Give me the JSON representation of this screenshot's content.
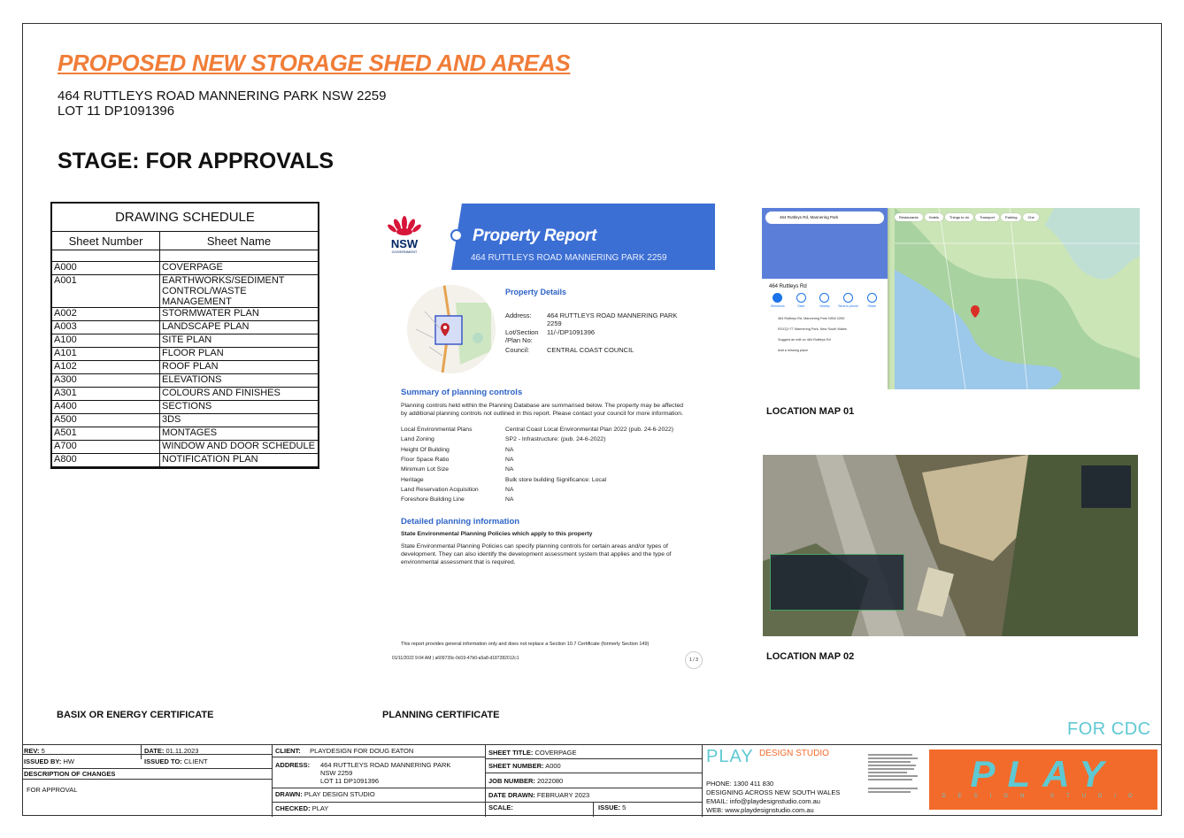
{
  "header": {
    "title": "PROPOSED NEW STORAGE SHED AND AREAS",
    "address_line1": "464 RUTTLEYS ROAD MANNERING PARK NSW  2259",
    "address_line2": "LOT 11 DP1091396",
    "stage": "STAGE: FOR APPROVALS"
  },
  "schedule": {
    "heading": "DRAWING SCHEDULE",
    "col_number": "Sheet Number",
    "col_name": "Sheet Name",
    "rows": [
      {
        "n": "A000",
        "name": "COVERPAGE"
      },
      {
        "n": "A001",
        "name": "EARTHWORKS/SEDIMENT CONTROL/WASTE MANAGEMENT"
      },
      {
        "n": "A002",
        "name": "STORMWATER PLAN"
      },
      {
        "n": "A003",
        "name": "LANDSCAPE PLAN"
      },
      {
        "n": "A100",
        "name": "SITE PLAN"
      },
      {
        "n": "A101",
        "name": "FLOOR PLAN"
      },
      {
        "n": "A102",
        "name": "ROOF PLAN"
      },
      {
        "n": "A300",
        "name": "ELEVATIONS"
      },
      {
        "n": "A301",
        "name": "COLOURS AND FINISHES"
      },
      {
        "n": "A400",
        "name": "SECTIONS"
      },
      {
        "n": "A500",
        "name": "3DS"
      },
      {
        "n": "A501",
        "name": "MONTAGES"
      },
      {
        "n": "A700",
        "name": "WINDOW AND DOOR SCHEDULE"
      },
      {
        "n": "A800",
        "name": "NOTIFICATION PLAN"
      }
    ]
  },
  "report": {
    "nsw": "NSW",
    "gov": "GOVERNMENT",
    "title": "Property Report",
    "subtitle": "464 RUTTLEYS ROAD MANNERING PARK 2259",
    "details_title": "Property Details",
    "address_label": "Address:",
    "address_value": "464 RUTTLEYS ROAD MANNERING PARK 2259",
    "lot_label": "Lot/Section /Plan No:",
    "lot_value": "11/-/DP1091396",
    "council_label": "Council:",
    "council_value": "CENTRAL COAST COUNCIL",
    "summary_title": "Summary of planning controls",
    "summary_text": "Planning controls held within the Planning Database are summarised below. The property may be affected by additional planning controls not outlined in this report. Please contact your council for more information.",
    "controls": [
      {
        "k": "Local Environmental Plans",
        "v": "Central Coast Local Environmental Plan 2022 (pub. 24-6-2022)"
      },
      {
        "k": "Land Zoning",
        "v": "SP2 - Infrastructure: (pub. 24-6-2022)"
      },
      {
        "k": "Height Of Building",
        "v": "NA"
      },
      {
        "k": "Floor Space Ratio",
        "v": "NA"
      },
      {
        "k": "Minimum Lot Size",
        "v": "NA"
      },
      {
        "k": "Heritage",
        "v": "Bulk store building Significance: Local"
      },
      {
        "k": "Land Reservation Acquisition",
        "v": "NA"
      },
      {
        "k": "Foreshore Building Line",
        "v": "NA"
      }
    ],
    "detailed_title": "Detailed planning information",
    "sepp_title": "State Environmental Planning Policies which apply to this property",
    "sepp_text": "State Environmental Planning Policies can specify planning controls for certain areas and/or types of development. They can also identify the development assessment system that applies and the type of environmental assessment that is required.",
    "footer_note": "This report provides general information only and does not replace a Section 10.7 Certificate (formerly Section 149)",
    "footer_stamp": "01/11/2022 9:04 AM | a609739c-0d19-47b0-a5a8-d187282012c1",
    "page": "1 / 3"
  },
  "map1": {
    "search": "464 Ruttleys Rd, Mannering Park",
    "place": "464 Ruttleys Rd",
    "actions": [
      "Directions",
      "Save",
      "Nearby",
      "Send to phone",
      "Share"
    ],
    "rows": [
      "464 Ruttleys Rd, Mannering Park NSW 2259",
      "RGCQ+77 Mannering Park, New South Wales",
      "Suggest an edit on 464 Ruttleys Rd",
      "Add a missing place"
    ],
    "chips": [
      "Restaurants",
      "Hotels",
      "Things to do",
      "Transport",
      "Parking",
      "Che"
    ],
    "label": "LOCATION MAP 01"
  },
  "map2": {
    "label": "LOCATION MAP 02"
  },
  "certs": {
    "basix": "BASIX OR ENERGY CERTIFICATE",
    "planning": "PLANNING CERTIFICATE"
  },
  "for_cdc": "FOR CDC",
  "titleblock": {
    "rev_label": "REV:",
    "rev": "5",
    "date_label": "DATE:",
    "date": "01.11.2023",
    "issued_by_label": "ISSUED BY:",
    "issued_by": "HW",
    "issued_to_label": "ISSUED TO:",
    "issued_to": "CLIENT",
    "desc_label": "DESCRIPTION OF CHANGES",
    "desc": "FOR APPROVAL",
    "client_label": "CLIENT:",
    "client": "PLAYDESIGN FOR DOUG EATON",
    "address_label": "ADDRESS:",
    "address1": "464 RUTTLEYS ROAD MANNERING PARK",
    "address2": "NSW  2259",
    "address3": "LOT 11 DP1091396",
    "drawn_label": "DRAWN:",
    "drawn": "PLAY DESIGN STUDIO",
    "checked_label": "CHECKED:",
    "checked": "PLAY",
    "sheet_title_label": "SHEET TITLE:",
    "sheet_title": "COVERPAGE",
    "sheet_number_label": "SHEET NUMBER:",
    "sheet_number": "A000",
    "job_number_label": "JOB NUMBER:",
    "job_number": "2022080",
    "date_drawn_label": "DATE DRAWN:",
    "date_drawn": "FEBRUARY 2023",
    "scale_label": "SCALE:",
    "issue_label": "ISSUE:",
    "issue": "5",
    "brand_play": "PLAY",
    "brand_design": "DESIGN STUDIO",
    "phone": "PHONE: 1300 411 830",
    "tagline": "DESIGNING ACROSS NEW SOUTH WALES",
    "email": "EMAIL: info@playdesignstudio.com.au",
    "web": "WEB: www.playdesignstudio.com.au",
    "logo_text": "PLAY",
    "logo_sub": "DESIGN STUDIO"
  }
}
